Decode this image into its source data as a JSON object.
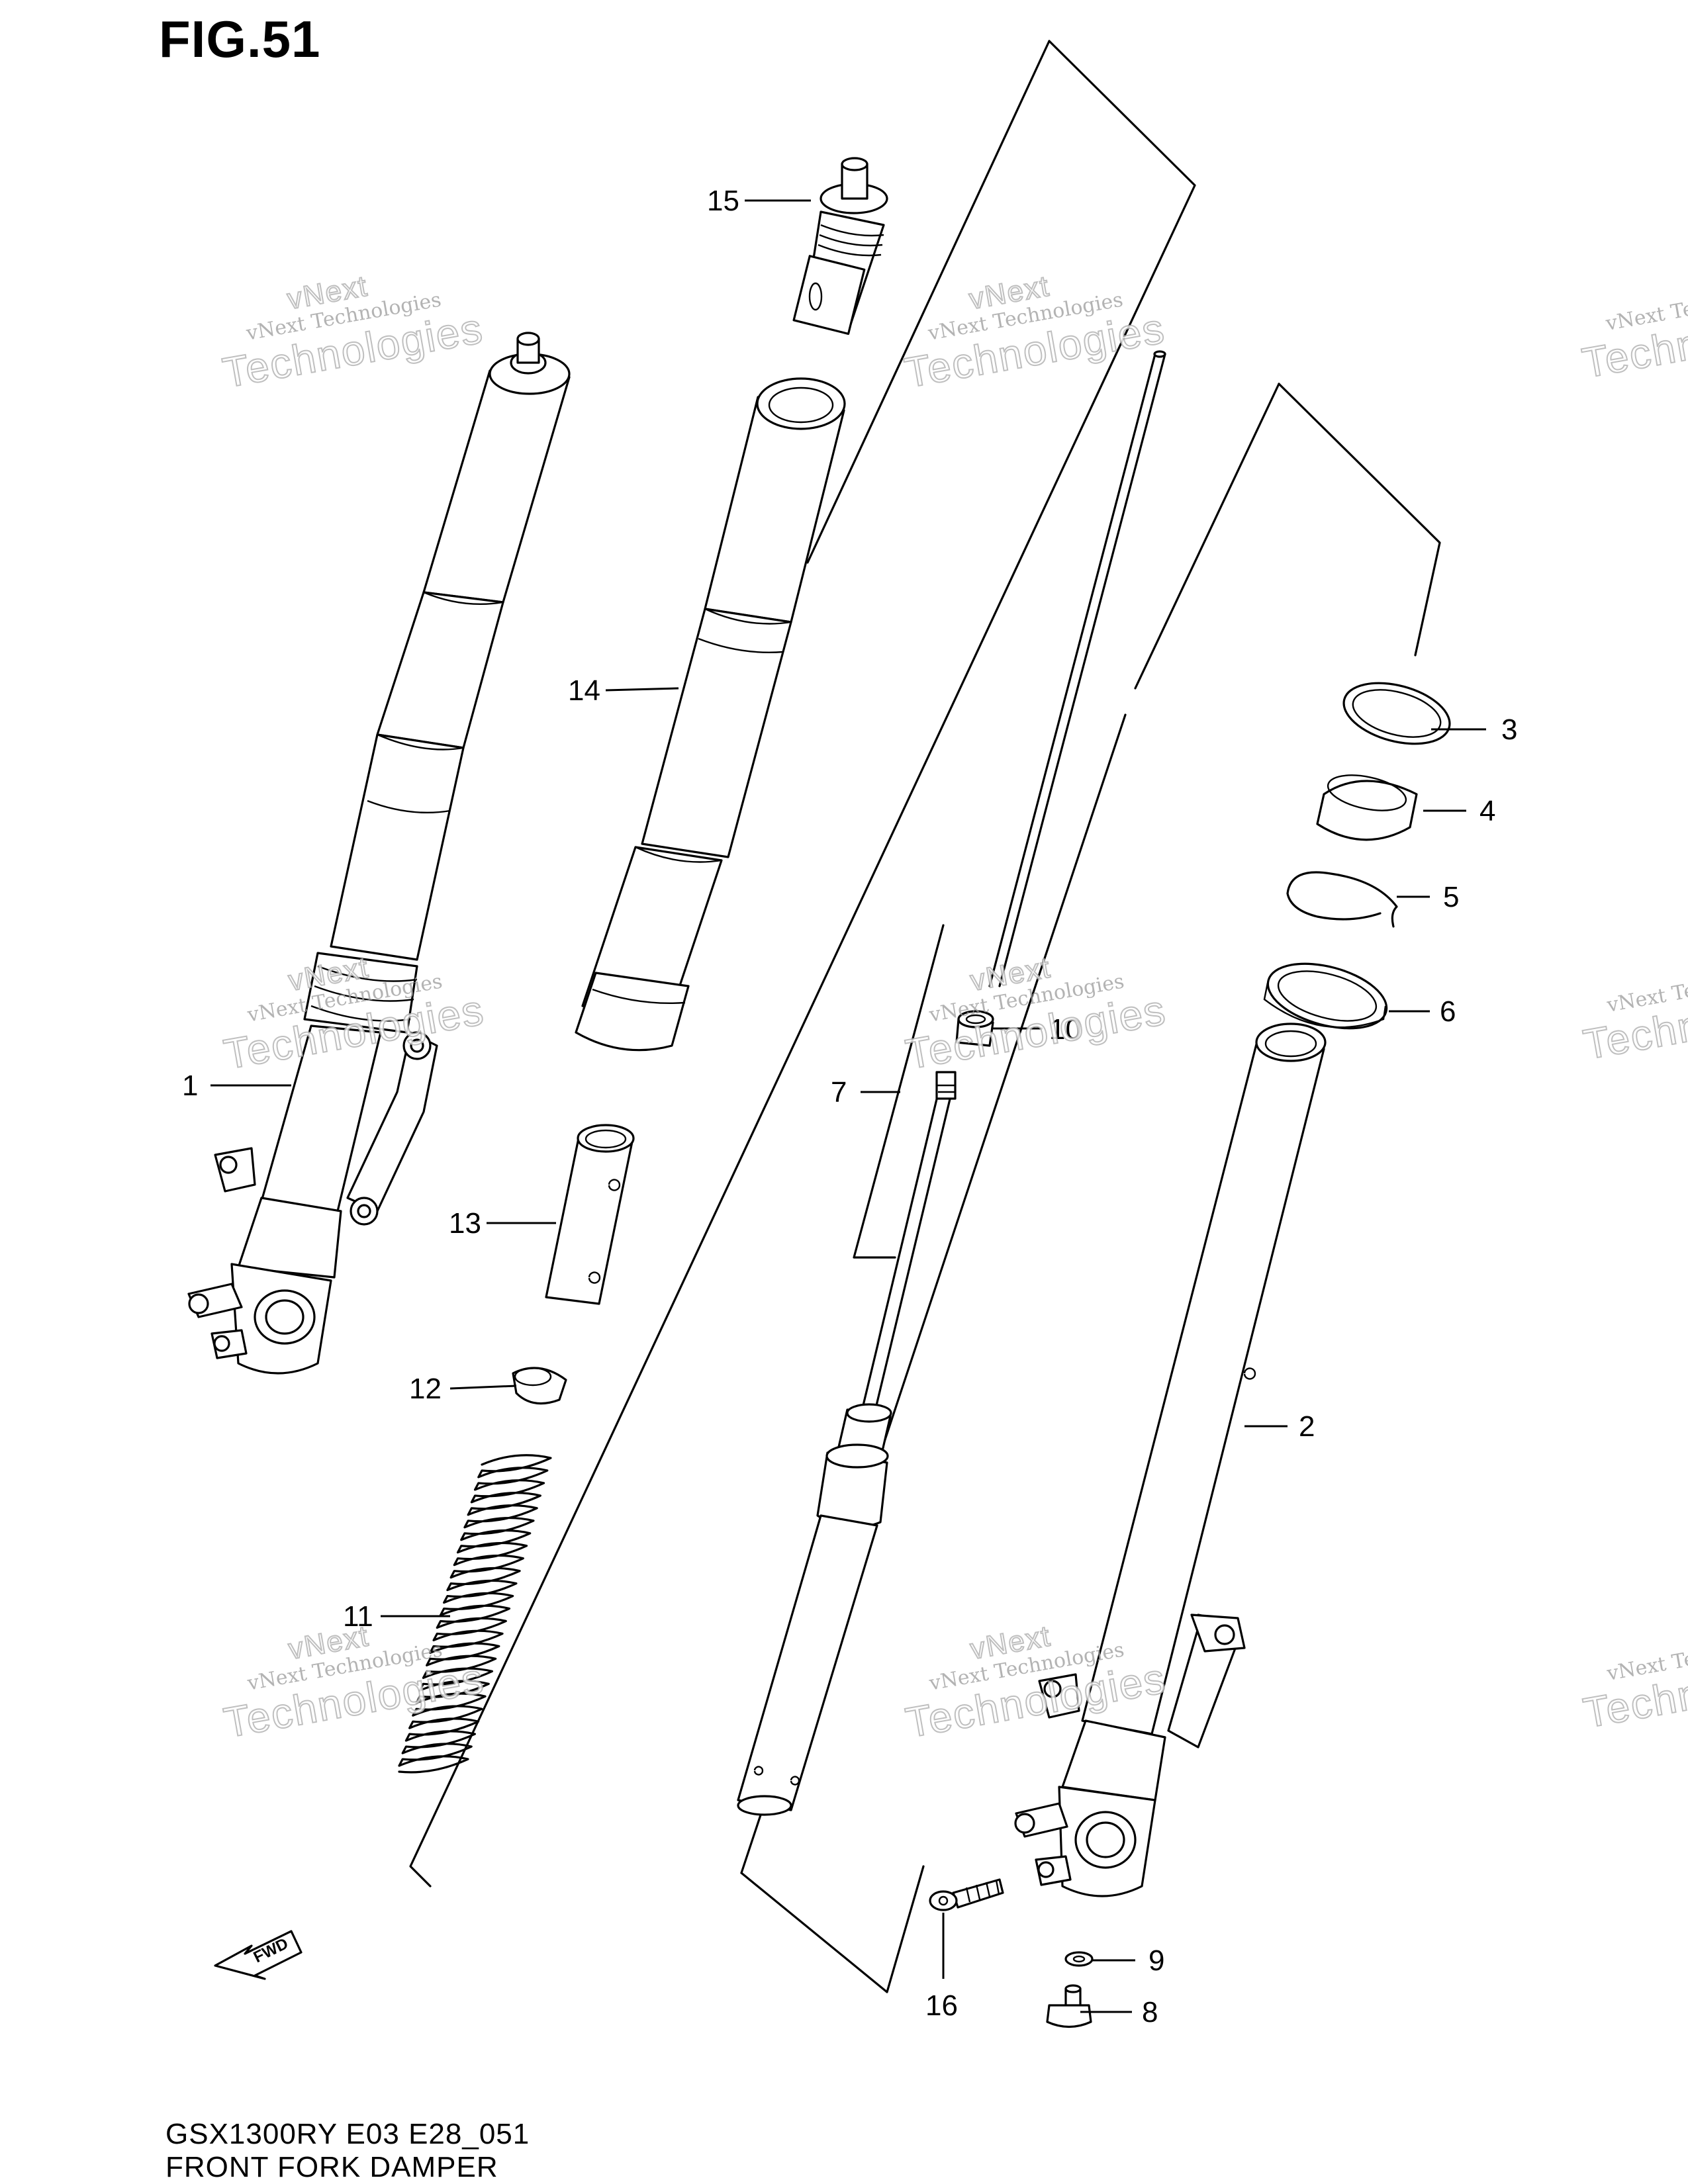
{
  "figure": {
    "title": "FIG.51"
  },
  "footer": {
    "model_code": "GSX1300RY E03 E28_051",
    "diagram_title": "FRONT FORK DAMPER"
  },
  "watermark": {
    "line1": "vNext Technologies",
    "line2": "Technologies",
    "line3": "vNext"
  },
  "fwd_label": "FWD",
  "callouts": [
    {
      "id": "1",
      "label": "1"
    },
    {
      "id": "2",
      "label": "2"
    },
    {
      "id": "3",
      "label": "3"
    },
    {
      "id": "4",
      "label": "4"
    },
    {
      "id": "5",
      "label": "5"
    },
    {
      "id": "6",
      "label": "6"
    },
    {
      "id": "7",
      "label": "7"
    },
    {
      "id": "8",
      "label": "8"
    },
    {
      "id": "9",
      "label": "9"
    },
    {
      "id": "10",
      "label": "10"
    },
    {
      "id": "11",
      "label": "11"
    },
    {
      "id": "12",
      "label": "12"
    },
    {
      "id": "13",
      "label": "13"
    },
    {
      "id": "14",
      "label": "14"
    },
    {
      "id": "15",
      "label": "15"
    },
    {
      "id": "16",
      "label": "16"
    }
  ]
}
